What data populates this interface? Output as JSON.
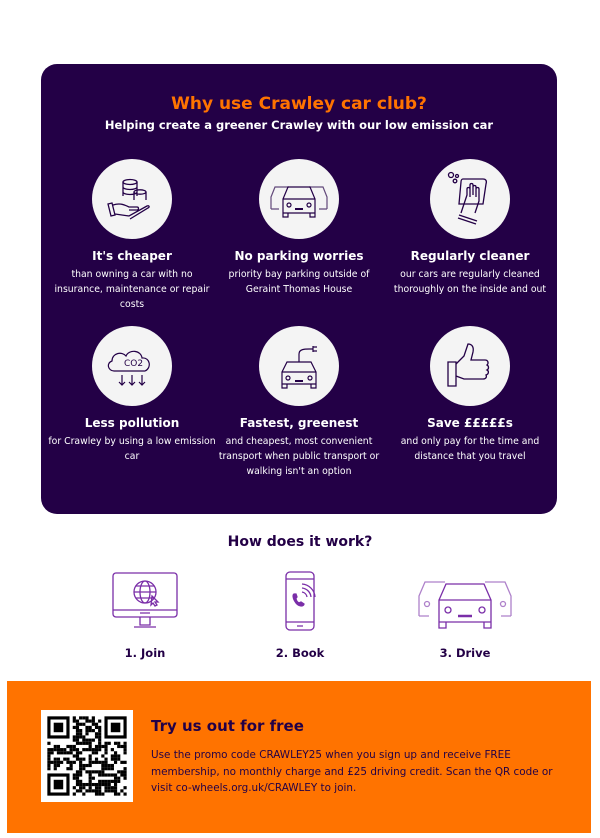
{
  "card": {
    "title": "Why use Crawley car club?",
    "subtitle": "Helping create a greener Crawley with our low emission car",
    "features": [
      {
        "icon": "hand-coins-icon",
        "title": "It's cheaper",
        "text": "than owning a car with no insurance, maintenance or repair costs"
      },
      {
        "icon": "parked-cars-icon",
        "title": "No parking worries",
        "text": "priority bay parking outside of Geraint Thomas House"
      },
      {
        "icon": "cleaning-glove-icon",
        "title": "Regularly cleaner",
        "text": "our cars are regularly cleaned thoroughly on the inside and out"
      },
      {
        "icon": "co2-cloud-icon",
        "title": "Less pollution",
        "text": "for Crawley by using a low emission car"
      },
      {
        "icon": "electric-car-icon",
        "title": "Fastest, greenest",
        "text": "and cheapest, most convenient transport when public transport or walking isn't an option"
      },
      {
        "icon": "thumbs-up-icon",
        "title": "Save £££££s",
        "text": "and only pay for the time and distance that you travel"
      }
    ],
    "co2_label": "CO2"
  },
  "how": {
    "title": "How does it work?",
    "steps": [
      {
        "icon": "computer-globe-icon",
        "label": "1. Join"
      },
      {
        "icon": "phone-call-icon",
        "label": "2. Book"
      },
      {
        "icon": "cars-icon",
        "label": "3. Drive"
      }
    ]
  },
  "promo": {
    "title": "Try us out for free",
    "text": "Use the promo code CRAWLEY25 when you sign up and receive FREE membership, no monthly charge and £25 driving credit. Scan the QR code or visit co-wheels.org.uk/CRAWLEY to join."
  },
  "colors": {
    "purple": "#230046",
    "orange": "#ff7300"
  }
}
